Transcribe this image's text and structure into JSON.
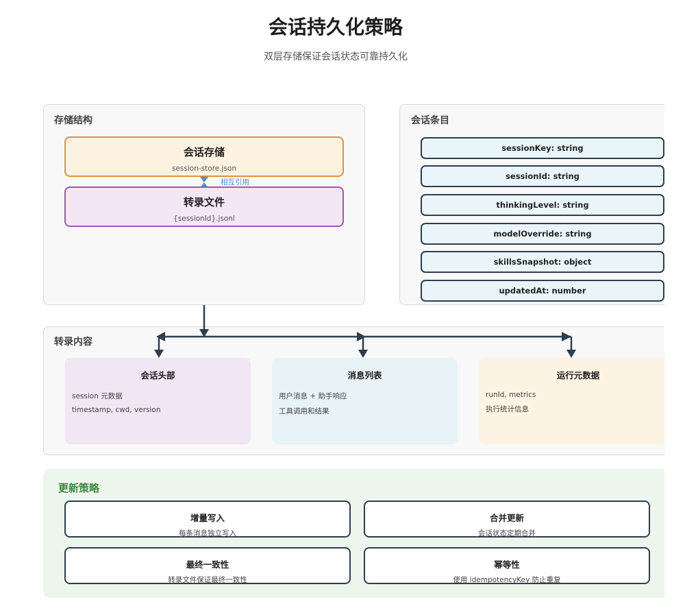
{
  "title": "会话持久化策略",
  "subtitle": "双层存储保证会话状态可靠持久化",
  "storage": {
    "title": "存储结构",
    "session_store": {
      "name": "会话存储",
      "file": "session-store.json"
    },
    "relation": "相互引用",
    "transcript": {
      "name": "转录文件",
      "file": "{sessionId}.jsonl"
    }
  },
  "entry": {
    "title": "会话条目",
    "fields": [
      "sessionKey: string",
      "sessionId: string",
      "thinkingLevel: string",
      "modelOverride: string",
      "skillsSnapshot: object",
      "updatedAt: number"
    ]
  },
  "transcript_content": {
    "title": "转录内容",
    "cards": [
      {
        "name": "会话头部",
        "lines": [
          "session 元数据",
          "timestamp, cwd, version"
        ]
      },
      {
        "name": "消息列表",
        "lines": [
          "用户消息 + 助手响应",
          "工具调用和结果"
        ]
      },
      {
        "name": "运行元数据",
        "lines": [
          "runId, metrics",
          "执行统计信息"
        ]
      }
    ]
  },
  "update_strategy": {
    "title": "更新策略",
    "items": [
      {
        "name": "增量写入",
        "desc": "每条消息独立写入"
      },
      {
        "name": "合并更新",
        "desc": "会话状态定期合并"
      },
      {
        "name": "最终一致性",
        "desc": "转录文件保证最终一致性"
      },
      {
        "name": "幂等性",
        "desc": "使用 idempotencyKey 防止重复"
      }
    ]
  },
  "colors": {
    "session_store_fill": "#fdf2e0",
    "session_store_border": "#e2913a",
    "transcript_fill": "#f3e6f5",
    "transcript_border": "#9b59b6",
    "relation_arrow": "#4a90d9",
    "field_fill": "#e9f5f8",
    "dark_border": "#2c3e50",
    "card_purple": "#f1e6f3",
    "card_blue": "#e7f3f6",
    "card_orange": "#fdf3e2",
    "strategy_bg": "#edf6ec",
    "strategy_title": "#3a8a3f"
  }
}
